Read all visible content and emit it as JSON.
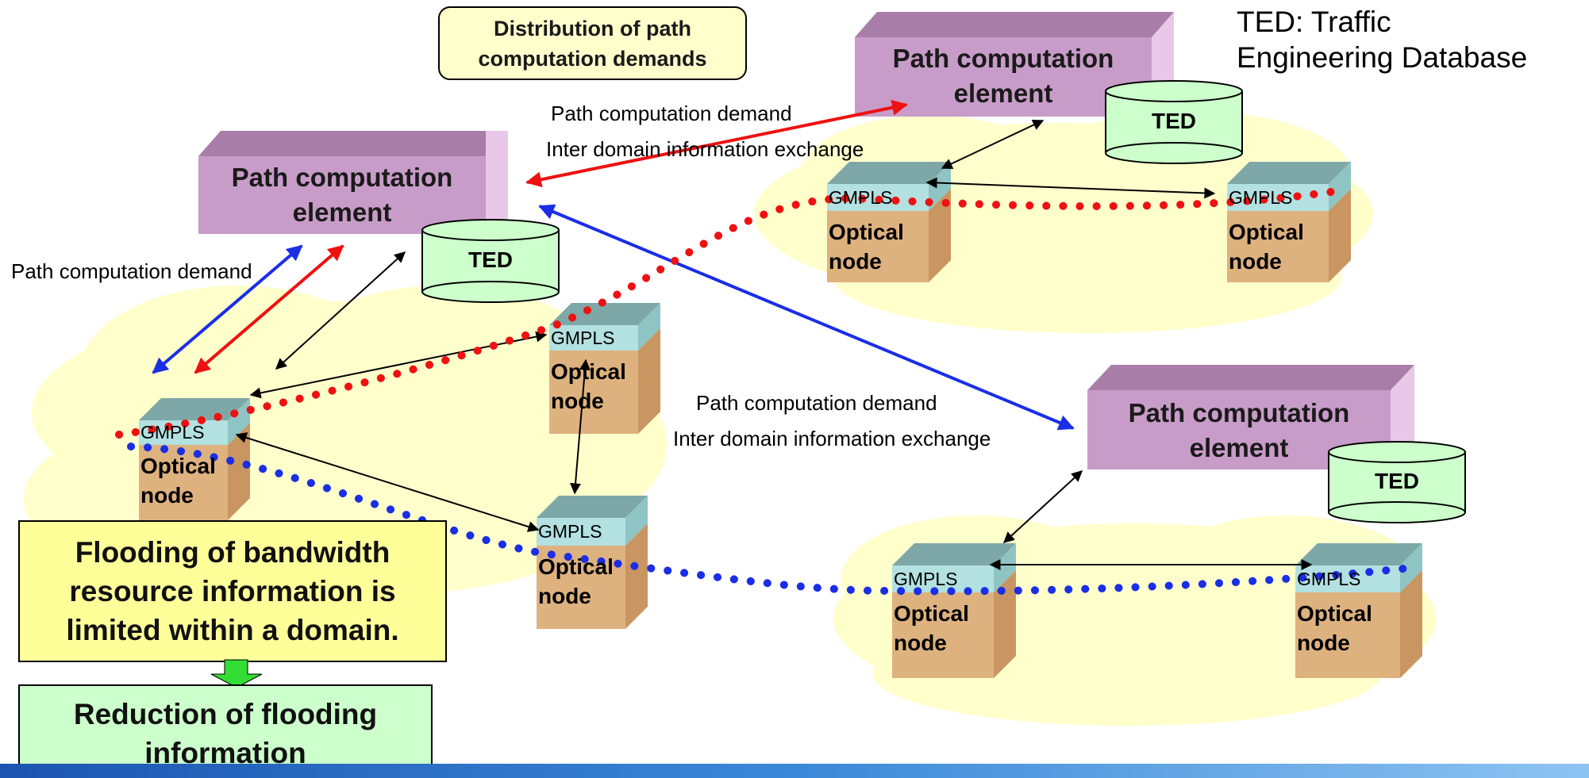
{
  "distribution_box": {
    "line1": "Distribution of path",
    "line2": "computation demands"
  },
  "legend": {
    "line1": "TED: Traffic",
    "line2": "Engineering Database"
  },
  "pce": [
    {
      "line1": "Path computation",
      "line2": "element",
      "ted": "TED"
    },
    {
      "line1": "Path computation",
      "line2": "element",
      "ted": "TED"
    },
    {
      "line1": "Path computation",
      "line2": "element",
      "ted": "TED"
    }
  ],
  "nodes": [
    {
      "gmpls": "GMPLS",
      "optical1": "Optical",
      "optical2": "node"
    },
    {
      "gmpls": "GMPLS",
      "optical1": "Optical",
      "optical2": "node"
    },
    {
      "gmpls": "GMPLS",
      "optical1": "Optical",
      "optical2": "node"
    },
    {
      "gmpls": "GMPLS",
      "optical1": "Optical",
      "optical2": "node"
    },
    {
      "gmpls": "GMPLS",
      "optical1": "Optical",
      "optical2": "node"
    },
    {
      "gmpls": "GMPLS",
      "optical1": "Optical",
      "optical2": "node"
    },
    {
      "gmpls": "GMPLS",
      "optical1": "Optical",
      "optical2": "node"
    }
  ],
  "annotations": {
    "top_demand": "Path computation demand",
    "top_exchange": "Inter domain information exchange",
    "left_demand": "Path computation demand",
    "mid_demand": "Path computation demand",
    "mid_exchange": "Inter domain information exchange"
  },
  "flooding_box": {
    "line1": "Flooding of bandwidth",
    "line2": "resource information is",
    "line3": "limited within a domain."
  },
  "reduction_box": {
    "line1": "Reduction of flooding",
    "line2": "information"
  },
  "colors": {
    "red": "#ee1111",
    "blue": "#1a2ee6",
    "pce": "#c89cc8",
    "ted": "#ccffcc",
    "cloud": "#ffffcc",
    "gmpls": "#b3e0e0",
    "optical": "#deb27f",
    "callout": "#ffff99"
  }
}
